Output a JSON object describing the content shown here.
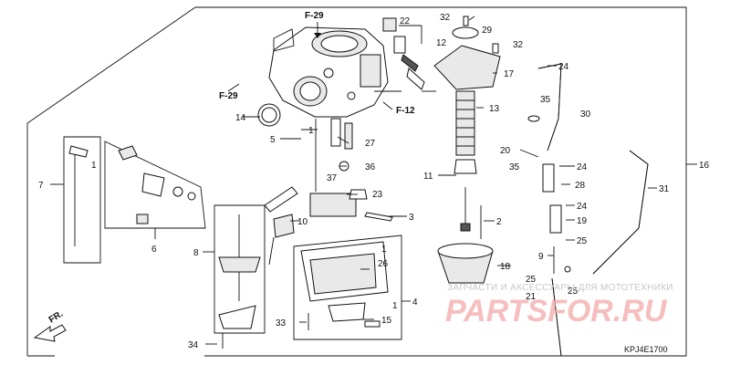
{
  "diagram": {
    "part_labels": [
      {
        "id": "l1",
        "text": "1"
      },
      {
        "id": "l1b",
        "text": "1"
      },
      {
        "id": "l1c",
        "text": "1"
      },
      {
        "id": "l1d",
        "text": "1"
      },
      {
        "id": "l2",
        "text": "2"
      },
      {
        "id": "l3",
        "text": "3"
      },
      {
        "id": "l4",
        "text": "4"
      },
      {
        "id": "l5",
        "text": "5"
      },
      {
        "id": "l6",
        "text": "6"
      },
      {
        "id": "l7",
        "text": "7"
      },
      {
        "id": "l8",
        "text": "8"
      },
      {
        "id": "l9",
        "text": "9"
      },
      {
        "id": "l10",
        "text": "10"
      },
      {
        "id": "l11",
        "text": "11"
      },
      {
        "id": "l12",
        "text": "12"
      },
      {
        "id": "l13",
        "text": "13"
      },
      {
        "id": "l14",
        "text": "14"
      },
      {
        "id": "l15",
        "text": "15"
      },
      {
        "id": "l16",
        "text": "16"
      },
      {
        "id": "l17",
        "text": "17"
      },
      {
        "id": "l18",
        "text": "18"
      },
      {
        "id": "l19",
        "text": "19"
      },
      {
        "id": "l20",
        "text": "20"
      },
      {
        "id": "l21",
        "text": "21"
      },
      {
        "id": "l22",
        "text": "22"
      },
      {
        "id": "l23",
        "text": "23"
      },
      {
        "id": "l24a",
        "text": "24"
      },
      {
        "id": "l24b",
        "text": "24"
      },
      {
        "id": "l24c",
        "text": "24"
      },
      {
        "id": "l25a",
        "text": "25"
      },
      {
        "id": "l25b",
        "text": "25"
      },
      {
        "id": "l25c",
        "text": "25"
      },
      {
        "id": "l26",
        "text": "26"
      },
      {
        "id": "l27",
        "text": "27"
      },
      {
        "id": "l28",
        "text": "28"
      },
      {
        "id": "l29",
        "text": "29"
      },
      {
        "id": "l30",
        "text": "30"
      },
      {
        "id": "l31",
        "text": "31"
      },
      {
        "id": "l32a",
        "text": "32"
      },
      {
        "id": "l32b",
        "text": "32"
      },
      {
        "id": "l33",
        "text": "33"
      },
      {
        "id": "l34",
        "text": "34"
      },
      {
        "id": "l35a",
        "text": "35"
      },
      {
        "id": "l35b",
        "text": "35"
      },
      {
        "id": "l36",
        "text": "36"
      },
      {
        "id": "l37",
        "text": "37"
      }
    ],
    "refs": [
      {
        "id": "r1",
        "text": "F-29"
      },
      {
        "id": "r2",
        "text": "F-29"
      },
      {
        "id": "r3",
        "text": "F-12"
      }
    ],
    "front_label": "FR.",
    "diagram_code": "KPJ4E1700",
    "watermark_text": "ЗАПЧАСТИ И АКСЕССУАРЫ ДЛЯ МОТОТЕХНИКИ",
    "watermark_logo": "PARTSFOR.RU"
  }
}
